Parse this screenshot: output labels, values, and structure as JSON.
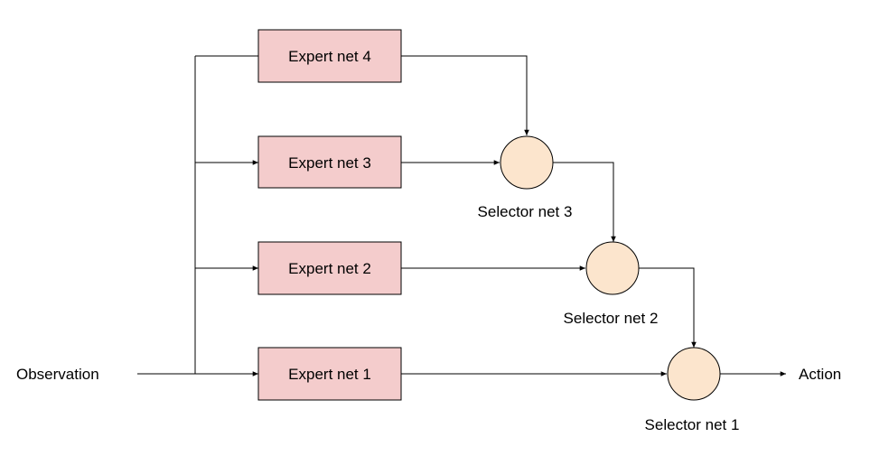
{
  "colors": {
    "expert_fill": "#f4cccc",
    "selector_fill": "#fce5cd",
    "line": "#000000"
  },
  "input_label": "Observation",
  "output_label": "Action",
  "experts": [
    {
      "label": "Expert net 4"
    },
    {
      "label": "Expert net 3"
    },
    {
      "label": "Expert net 2"
    },
    {
      "label": "Expert net 1"
    }
  ],
  "selectors": [
    {
      "label": "Selector net 3"
    },
    {
      "label": "Selector net 2"
    },
    {
      "label": "Selector net 1"
    }
  ]
}
